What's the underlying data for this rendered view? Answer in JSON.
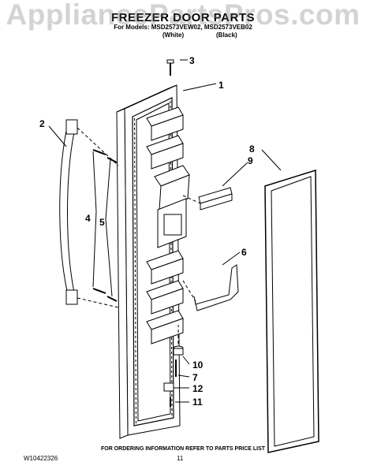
{
  "watermark": "AppliancePartsPros.com",
  "header": {
    "title": "FREEZER DOOR PARTS",
    "models": "For Models: MSD2573VEW02, MSD2573VEB02",
    "color_white": "(White)",
    "color_black": "(Black)"
  },
  "callouts": [
    "3",
    "1",
    "2",
    "8",
    "9",
    "4",
    "5",
    "6",
    "10",
    "7",
    "12",
    "11"
  ],
  "footer": {
    "ordering_note": "FOR ORDERING INFORMATION REFER TO PARTS PRICE LIST",
    "doc_number": "W10422326",
    "page_number": "11"
  }
}
